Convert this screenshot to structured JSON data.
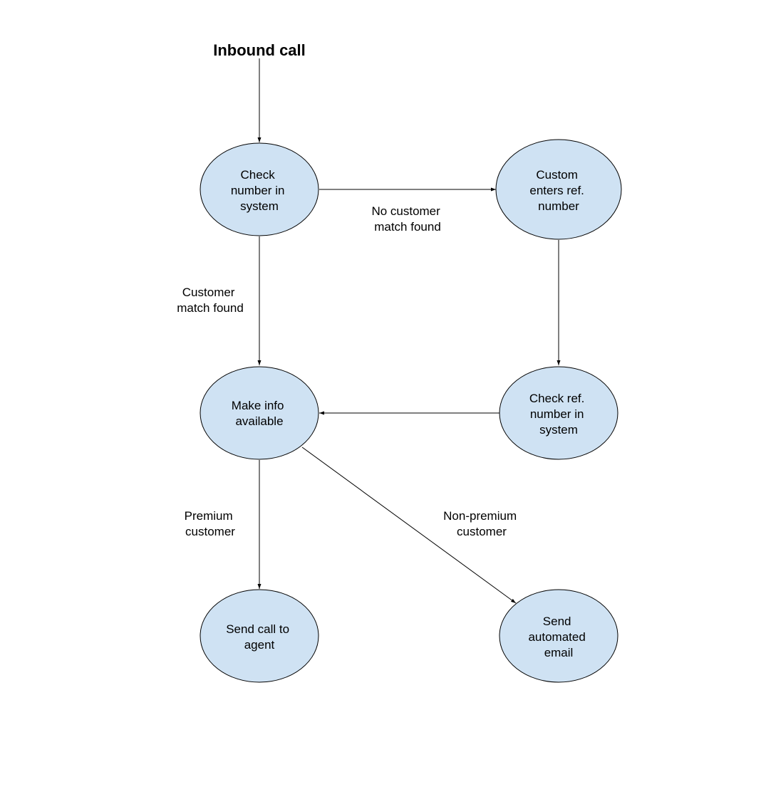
{
  "title": "Inbound call",
  "colors": {
    "node_fill": "#cfe2f3",
    "stroke": "#000000",
    "text": "#000000"
  },
  "nodes": {
    "check_number": {
      "lines": [
        "Check",
        "number in",
        "system"
      ]
    },
    "custom_enters_ref": {
      "lines": [
        "Custom",
        "enters ref.",
        "number"
      ]
    },
    "make_info_available": {
      "lines": [
        "Make info",
        "available"
      ]
    },
    "check_ref_number": {
      "lines": [
        "Check ref.",
        "number in",
        "system"
      ]
    },
    "send_call_to_agent": {
      "lines": [
        "Send call to",
        "agent"
      ]
    },
    "send_automated_email": {
      "lines": [
        "Send",
        "automated",
        "email"
      ]
    }
  },
  "edge_labels": {
    "no_customer_match": [
      "No customer",
      "match found"
    ],
    "customer_match": [
      "Customer",
      "match found"
    ],
    "premium_customer": [
      "Premium",
      "customer"
    ],
    "non_premium_customer": [
      "Non-premium",
      "customer"
    ]
  }
}
